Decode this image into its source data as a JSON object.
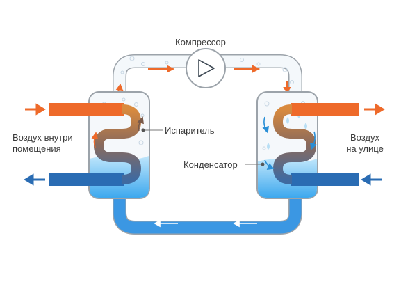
{
  "labels": {
    "compressor": "Компрессор",
    "evaporator": "Испаритель",
    "condenser": "Конденсатор",
    "indoor_air": [
      "Воздух внутри",
      "помещения"
    ],
    "outdoor_air": [
      "Воздух",
      "на улице"
    ]
  },
  "colors": {
    "hot_pipe": "#ee6a2a",
    "cold_pipe": "#2a6cb3",
    "refrigerant_liquid": "#3aa4e8",
    "tube_outline": "#9ca3aa",
    "arrow_blue": "#2a8fd6"
  },
  "icons": {
    "compressor": "play-triangle-icon"
  }
}
